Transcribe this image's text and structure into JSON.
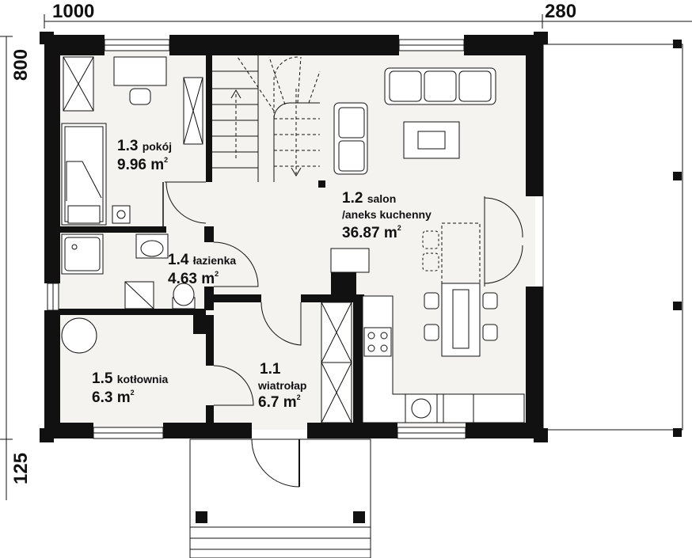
{
  "dimensions": {
    "top_left": "1000",
    "top_right": "280",
    "left_upper": "800",
    "left_lower": "125"
  },
  "rooms": [
    {
      "number": "1.1",
      "name": "wiatrołap",
      "area": "6.7 m",
      "unit_sup": "2"
    },
    {
      "number": "1.2",
      "name": "salon",
      "name2": "/aneks kuchenny",
      "area": "36.87 m",
      "unit_sup": "2"
    },
    {
      "number": "1.3",
      "name": "pokój",
      "area": "9.96 m",
      "unit_sup": "2"
    },
    {
      "number": "1.4",
      "name": "łazienka",
      "area": "4.63 m",
      "unit_sup": "2"
    },
    {
      "number": "1.5",
      "name": "kotłownia",
      "area": "6.3 m",
      "unit_sup": "2"
    }
  ],
  "colors": {
    "wall": "#111111",
    "floor": "#f4f3f0",
    "line": "#111111"
  }
}
